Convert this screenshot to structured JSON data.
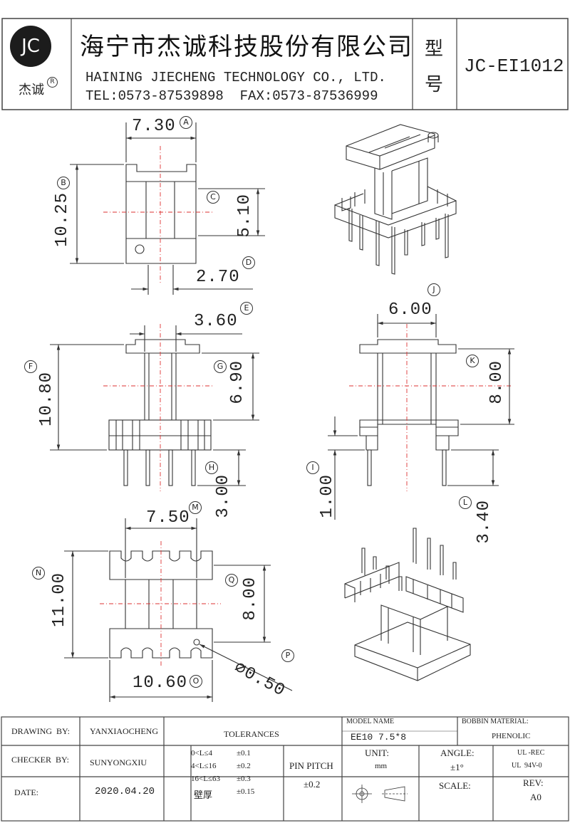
{
  "header": {
    "logo_letters": "JC",
    "logo_brand": "杰诚",
    "logo_mark": "R",
    "company_cn": "海宁市杰诚科技股份有限公司",
    "company_en": "HAINING JIECHENG TECHNOLOGY CO., LTD.",
    "contact": "TEL:0573-87539898  FAX:0573-87536999",
    "type_char_1": "型",
    "type_char_2": "号",
    "model_no": "JC-EI1012"
  },
  "dimensions": {
    "A": {
      "letter": "A",
      "value": "7.30"
    },
    "B": {
      "letter": "B",
      "value": "10.25"
    },
    "C": {
      "letter": "C",
      "value": "5.10"
    },
    "D": {
      "letter": "D",
      "value": "2.70"
    },
    "E": {
      "letter": "E",
      "value": "3.60"
    },
    "F": {
      "letter": "F",
      "value": "10.80"
    },
    "G": {
      "letter": "G",
      "value": "6.90"
    },
    "H": {
      "letter": "H",
      "value": "3.00"
    },
    "I": {
      "letter": "I",
      "value": "1.00"
    },
    "J": {
      "letter": "J",
      "value": "6.00"
    },
    "K": {
      "letter": "K",
      "value": "8.00"
    },
    "L": {
      "letter": "L",
      "value": "3.40"
    },
    "M": {
      "letter": "M",
      "value": "7.50"
    },
    "N": {
      "letter": "N",
      "value": "11.00"
    },
    "O": {
      "letter": "O",
      "value": "10.60"
    },
    "P": {
      "letter": "P",
      "value": "∅0.50"
    },
    "Q": {
      "letter": "Q",
      "value": "8.00"
    }
  },
  "title_block": {
    "drawing_by_label": "DRAWING  BY:",
    "drawing_by_value": "YANXIAOCHENG",
    "checker_by_label": "CHECKER  BY:",
    "checker_by_value": "SUNYONGXIU",
    "date_label": "DATE:",
    "date_value": "2020.04.20",
    "tolerances_label": "TOLERANCES",
    "tol_rows": [
      {
        "range": "0<L≤4",
        "tol": "±0.1"
      },
      {
        "range": "4<L≤16",
        "tol": "±0.2"
      },
      {
        "range": "16<L≤63",
        "tol": "±0.3"
      },
      {
        "range": "壁厚",
        "tol": "±0.15"
      }
    ],
    "pin_pitch_label": "PIN PITCH",
    "pin_pitch_value": "±0.2",
    "model_name_label": "MODEL NAME",
    "model_name_value": "EE10 7.5*8",
    "bobbin_material_label": "BOBBIN MATERIAL:",
    "bobbin_material_value": "PHENOLIC",
    "unit_label": "UNIT:",
    "unit_value": "mm",
    "angle_label": "ANGLE:",
    "angle_value": "±1°",
    "ul_1": "UL -REC",
    "ul_2": "UL  94V-0",
    "scale_label": "SCALE:",
    "rev_label": "REV:",
    "rev_value": "A0"
  }
}
